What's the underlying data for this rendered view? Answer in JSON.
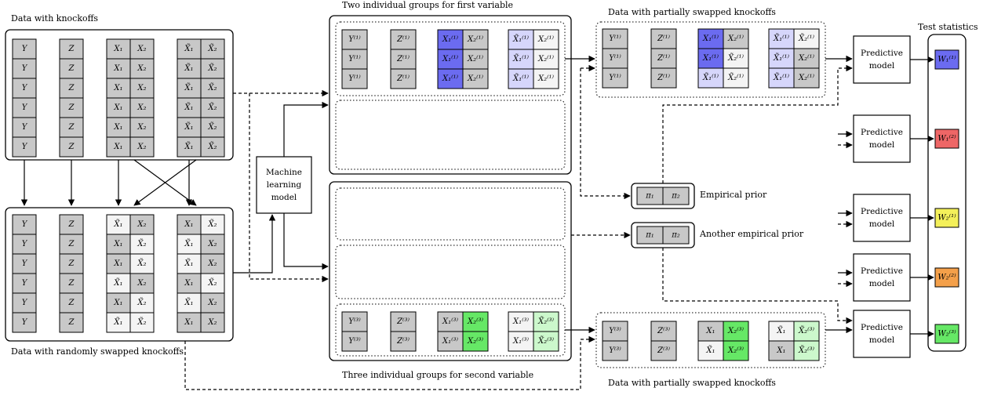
{
  "labels": {
    "data_with_knockoffs": "Data with knockoffs",
    "data_randomly_swapped": "Data with randomly swapped knockoffs",
    "two_groups_first": "Two individual groups for first variable",
    "three_groups_second": "Three individual groups for second variable",
    "partially_swapped_top": "Data with partially swapped knockoffs",
    "partially_swapped_bottom": "Data with partially swapped knockoffs",
    "test_statistics": "Test statistics",
    "ml_model": [
      "Machine",
      "learning",
      "model"
    ],
    "predictive_model": [
      "Predictive",
      "model"
    ],
    "empirical_prior": "Empirical prior",
    "another_empirical_prior": "Another empirical prior"
  },
  "colors": {
    "gray": "#c8c8c8",
    "white": "#f4f4f4",
    "blue": "#6b6bf0",
    "blue_light": "#d6d6fb",
    "green": "#66e866",
    "green_light": "#ccf8cc",
    "red": "#ee6666",
    "yellow": "#f4f05a",
    "orange": "#f4a04a"
  },
  "data_with_knockoffs": {
    "y": [
      "Y",
      "Y",
      "Y",
      "Y",
      "Y",
      "Y"
    ],
    "z": [
      "Z",
      "Z",
      "Z",
      "Z",
      "Z",
      "Z"
    ],
    "x": [
      [
        "X₁",
        "X₂"
      ],
      [
        "X₁",
        "X₂"
      ],
      [
        "X₁",
        "X₂"
      ],
      [
        "X₁",
        "X₂"
      ],
      [
        "X₁",
        "X₂"
      ],
      [
        "X₁",
        "X₂"
      ]
    ],
    "xt": [
      [
        "X̃₁",
        "X̃₂"
      ],
      [
        "X̃₁",
        "X̃₂"
      ],
      [
        "X̃₁",
        "X̃₂"
      ],
      [
        "X̃₁",
        "X̃₂"
      ],
      [
        "X̃₁",
        "X̃₂"
      ],
      [
        "X̃₁",
        "X̃₂"
      ]
    ]
  },
  "data_randomly_swapped": {
    "y": [
      "Y",
      "Y",
      "Y",
      "Y",
      "Y",
      "Y"
    ],
    "z": [
      "Z",
      "Z",
      "Z",
      "Z",
      "Z",
      "Z"
    ],
    "a": [
      [
        "X̃₁",
        "X₂"
      ],
      [
        "X₁",
        "X̃₂"
      ],
      [
        "X₁",
        "X̃₂"
      ],
      [
        "X̃₁",
        "X₂"
      ],
      [
        "X₁",
        "X̃₂"
      ],
      [
        "X̃₁",
        "X̃₂"
      ]
    ],
    "b": [
      [
        "X₁",
        "X̃₂"
      ],
      [
        "X̃₁",
        "X₂"
      ],
      [
        "X̃₁",
        "X₂"
      ],
      [
        "X₁",
        "X̃₂"
      ],
      [
        "X̃₁",
        "X₂"
      ],
      [
        "X₁",
        "X₂"
      ]
    ]
  },
  "group_first": {
    "y": [
      "Y⁽¹⁾",
      "Y⁽¹⁾",
      "Y⁽¹⁾"
    ],
    "z": [
      "Z⁽¹⁾",
      "Z⁽¹⁾",
      "Z⁽¹⁾"
    ],
    "x": [
      [
        "X₁⁽¹⁾",
        "X₂⁽¹⁾"
      ],
      [
        "X₁⁽¹⁾",
        "X₂⁽¹⁾"
      ],
      [
        "X₁⁽¹⁾",
        "X₂⁽¹⁾"
      ]
    ],
    "xt": [
      [
        "X̃₁⁽¹⁾",
        "X₂⁽¹⁾"
      ],
      [
        "X̃₁⁽¹⁾",
        "X₂⁽¹⁾"
      ],
      [
        "X̃₁⁽¹⁾",
        "X₂⁽¹⁾"
      ]
    ]
  },
  "group_second": {
    "y": [
      "Y⁽³⁾",
      "Y⁽³⁾"
    ],
    "z": [
      "Z⁽³⁾",
      "Z⁽³⁾"
    ],
    "x": [
      [
        "X₁⁽³⁾",
        "X₂⁽³⁾"
      ],
      [
        "X₁⁽³⁾",
        "X₂⁽³⁾"
      ]
    ],
    "xt": [
      [
        "X₁⁽³⁾",
        "X̃₂⁽³⁾"
      ],
      [
        "X₁⁽³⁾",
        "X̃₂⁽³⁾"
      ]
    ]
  },
  "partial_top": {
    "y": [
      "Y⁽¹⁾",
      "Y⁽¹⁾",
      "Y⁽¹⁾"
    ],
    "z": [
      "Z⁽¹⁾",
      "Z⁽¹⁾",
      "Z⁽¹⁾"
    ],
    "x": [
      [
        "X₁⁽¹⁾",
        "X₂⁽¹⁾"
      ],
      [
        "X₁⁽¹⁾",
        "X̃₂⁽¹⁾"
      ],
      [
        "X̃₁⁽¹⁾",
        "X̃₂⁽¹⁾"
      ]
    ],
    "xt": [
      [
        "X̃₁⁽¹⁾",
        "X̃₂⁽¹⁾"
      ],
      [
        "X̃₁⁽¹⁾",
        "X₂⁽¹⁾"
      ],
      [
        "X̃₁⁽¹⁾",
        "X₂⁽¹⁾"
      ]
    ]
  },
  "partial_bottom": {
    "y": [
      "Y⁽³⁾",
      "Y⁽³⁾"
    ],
    "z": [
      "Z⁽³⁾",
      "Z⁽³⁾"
    ],
    "x": [
      [
        "X₁",
        "X₂⁽³⁾"
      ],
      [
        "X̃₁",
        "X₂⁽³⁾"
      ]
    ],
    "xt": [
      [
        "X̃₁",
        "X̃₂⁽³⁾"
      ],
      [
        "X₁",
        "X̃₂⁽³⁾"
      ]
    ]
  },
  "priors": [
    [
      "π₁",
      "π₂"
    ],
    [
      "π₁",
      "π₂"
    ]
  ],
  "test_statistics": [
    "W₁⁽¹⁾",
    "W₁⁽²⁾",
    "W₂⁽¹⁾",
    "W₂⁽²⁾",
    "W₂⁽³⁾"
  ]
}
